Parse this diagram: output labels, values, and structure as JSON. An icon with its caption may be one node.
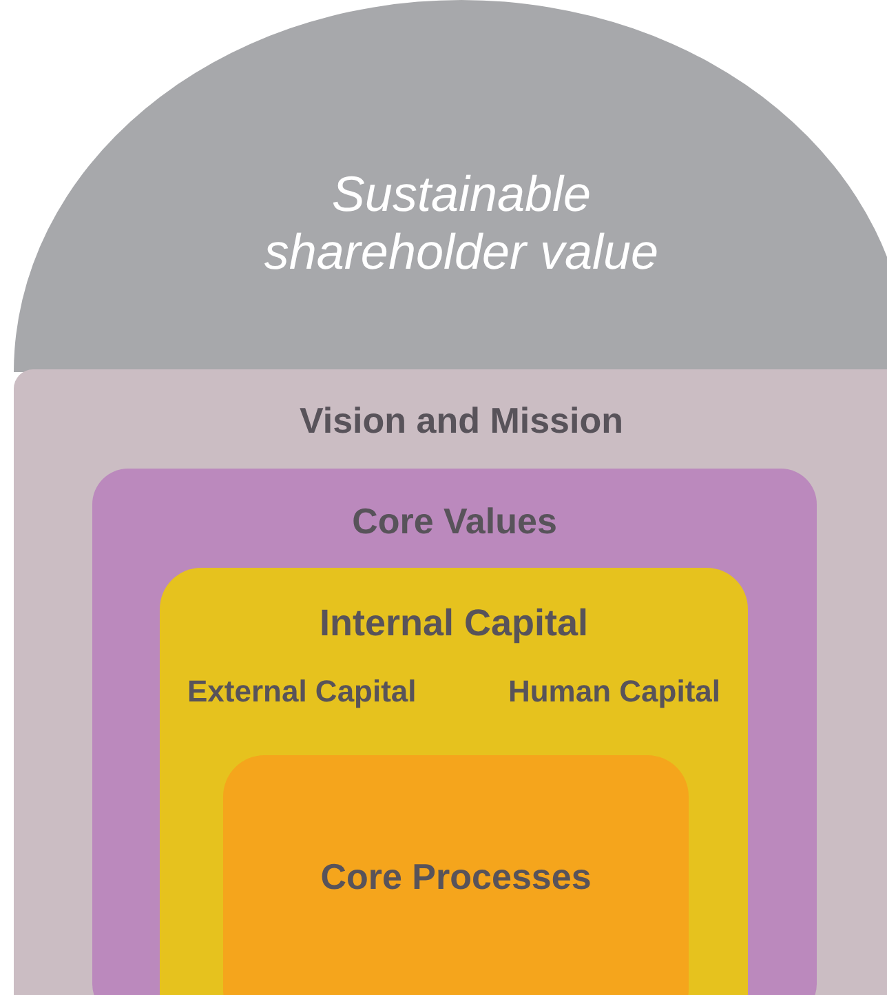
{
  "diagram": {
    "nodes": [
      {
        "text": [
          "Sustainable shareholder value"
        ]
      },
      {
        "text": [
          "Vision and Mission"
        ]
      },
      {
        "text": [
          "Core Values"
        ],
        "in": 1
      },
      {
        "text": [
          "Internal Capital",
          "External Capital",
          "Human Capital"
        ],
        "in": 2
      },
      {
        "text": [
          "Core Processes"
        ],
        "in": 3
      }
    ]
  }
}
